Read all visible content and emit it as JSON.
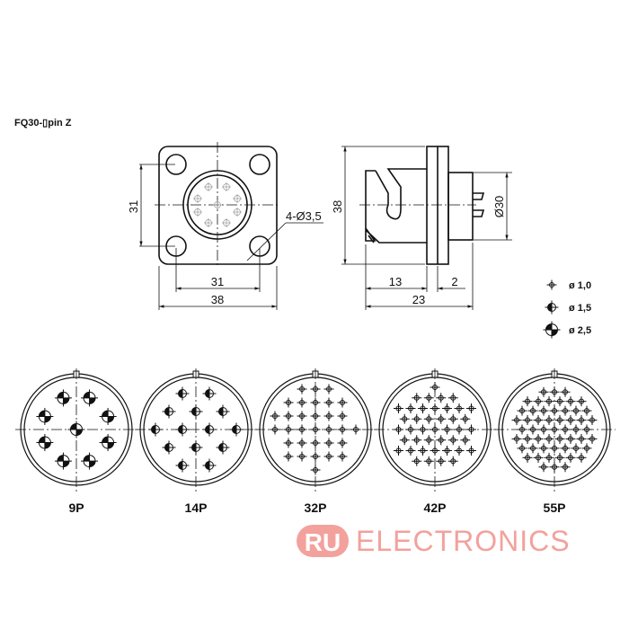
{
  "title": "FQ30-▯pin Z",
  "front_view": {
    "dim_height": "31",
    "dim_hole_spacing": "31",
    "dim_width": "38",
    "dim_holes": "4-Ø3,5"
  },
  "side_view": {
    "dim_height": "38",
    "dim_diameter": "Ø30",
    "dim_13": "13",
    "dim_2": "2",
    "dim_23": "23"
  },
  "legend": [
    {
      "symbol": "pin-1-0-icon",
      "label": "ø  1,0"
    },
    {
      "symbol": "pin-1-5-icon",
      "label": "ø  1,5"
    },
    {
      "symbol": "pin-2-5-icon",
      "label": "ø  2,5"
    }
  ],
  "layouts": [
    {
      "label": "9P",
      "pins": 9,
      "pin_type": "2.5"
    },
    {
      "label": "14P",
      "pins": 14,
      "pin_type": "1.5"
    },
    {
      "label": "32P",
      "pins": 32,
      "pin_type": "1.0"
    },
    {
      "label": "42P",
      "pins": 42,
      "pin_type": "1.0"
    },
    {
      "label": "55P",
      "pins": 55,
      "pin_type": "1.0"
    }
  ],
  "watermark": {
    "badge": "RU",
    "text": "ELECTRONICS",
    "color": "#f3a19c"
  }
}
